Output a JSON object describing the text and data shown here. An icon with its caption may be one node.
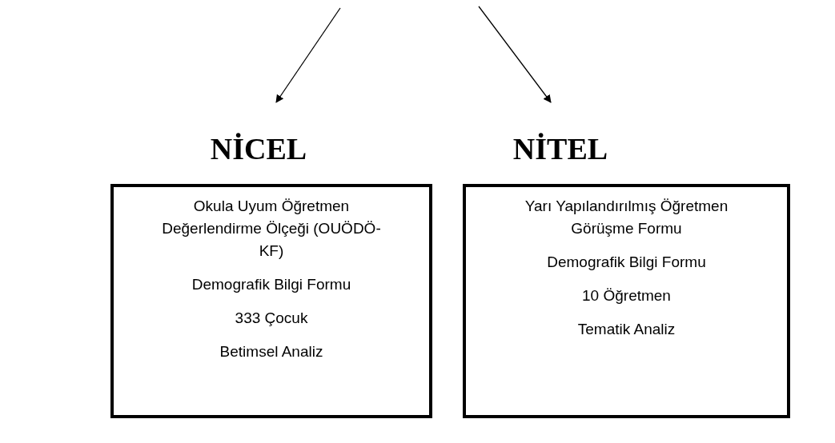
{
  "diagram": {
    "nodes": [
      {
        "text": [
          "NİCEL"
        ]
      },
      {
        "text": [
          "NİTEL"
        ]
      },
      {
        "text": [
          "Okula Uyum Öğretmen Değerlendirme Ölçeği (OUÖDÖ-KF)",
          "Demografik Bilgi Formu",
          "333 Çocuk",
          "Betimsel Analiz"
        ]
      },
      {
        "text": [
          "Yarı Yapılandırılmış Öğretmen Görüşme Formu",
          "Demografik Bilgi Formu",
          "10 Öğretmen",
          "Tematik Analiz"
        ]
      }
    ],
    "edges": [
      {
        "from": null,
        "to": 0,
        "arrow": "to"
      },
      {
        "from": null,
        "to": 1,
        "arrow": "to"
      }
    ]
  }
}
